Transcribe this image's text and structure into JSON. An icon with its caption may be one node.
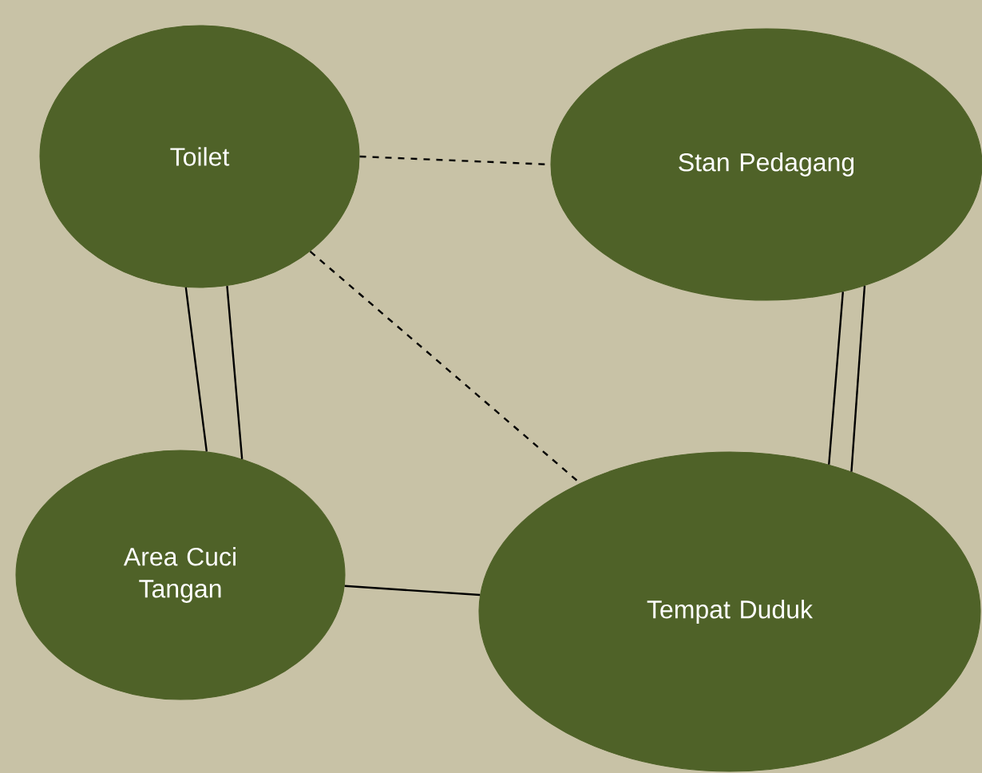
{
  "diagram": {
    "nodes": [
      {
        "text": [
          "Toilet"
        ]
      },
      {
        "text": [
          "Stan Pedagang"
        ]
      },
      {
        "text": [
          "Area Cuci Tangan"
        ]
      },
      {
        "text": [
          "Tempat Duduk"
        ]
      }
    ],
    "edges": [
      {
        "from": 0,
        "to": 1,
        "arrow": "none",
        "style": "dashed"
      },
      {
        "from": 0,
        "to": 3,
        "arrow": "none",
        "style": "dashed"
      },
      {
        "from": 0,
        "to": 2,
        "arrow": "none"
      },
      {
        "from": 0,
        "to": 2,
        "arrow": "none"
      },
      {
        "from": 1,
        "to": 3,
        "arrow": "none"
      },
      {
        "from": 1,
        "to": 3,
        "arrow": "none"
      },
      {
        "from": 2,
        "to": 3,
        "arrow": "none"
      }
    ]
  }
}
